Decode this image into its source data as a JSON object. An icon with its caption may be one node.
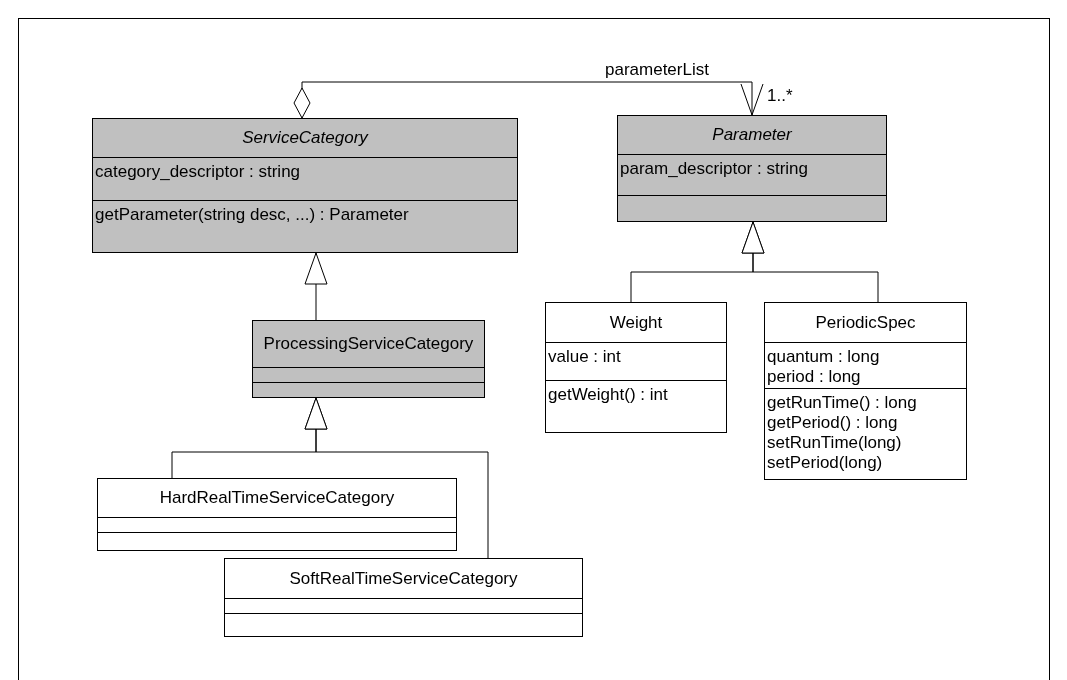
{
  "diagram": {
    "nodes": [
      {
        "text": [
          "ServiceCategory",
          "category_descriptor : string",
          "getParameter(string desc, ...) : Parameter"
        ]
      },
      {
        "text": [
          "Parameter",
          "param_descriptor : string"
        ]
      },
      {
        "text": [
          "ProcessingServiceCategory"
        ]
      },
      {
        "text": [
          "Weight",
          "value : int",
          "getWeight() : int"
        ]
      },
      {
        "text": [
          "PeriodicSpec",
          "quantum : long",
          "period : long",
          "getRunTime() : long",
          "getPeriod() : long",
          "setRunTime(long)",
          "setPeriod(long)"
        ]
      },
      {
        "text": [
          "HardRealTimeServiceCategory"
        ]
      },
      {
        "text": [
          "SoftRealTimeServiceCategory"
        ]
      }
    ],
    "edges": [
      {
        "from": 0,
        "to": 1,
        "arrow": "to",
        "label": "parameterList"
      },
      {
        "from": 2,
        "to": 0,
        "arrow": "to"
      },
      {
        "from": 5,
        "to": 2,
        "arrow": "to"
      },
      {
        "from": 6,
        "to": 2,
        "arrow": "to"
      },
      {
        "from": 3,
        "to": 1,
        "arrow": "to"
      },
      {
        "from": 4,
        "to": 1,
        "arrow": "to"
      }
    ],
    "labels": [
      "1..*"
    ]
  }
}
